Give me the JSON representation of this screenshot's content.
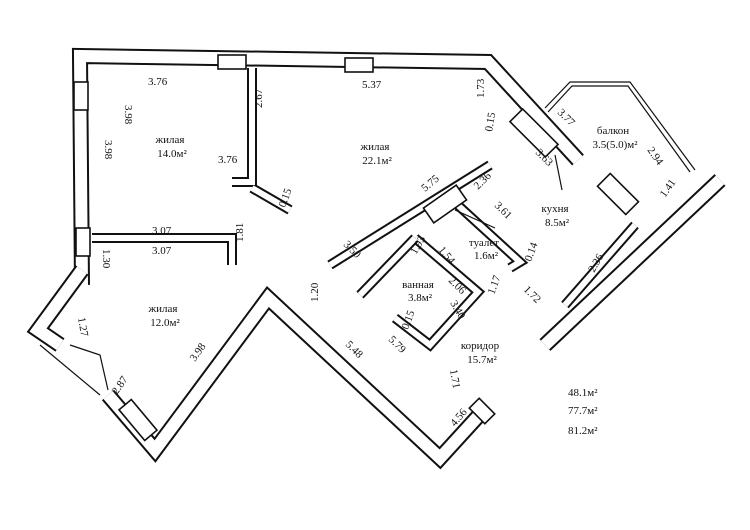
{
  "rooms": {
    "living1": {
      "name": "жилая",
      "area": "14.0м²"
    },
    "living2": {
      "name": "жилая",
      "area": "22.1м²"
    },
    "living3": {
      "name": "жилая",
      "area": "12.0м²"
    },
    "kitchen": {
      "name": "кухня",
      "area": "8.5м²"
    },
    "balcony": {
      "name": "балкон",
      "area": "3.5(5.0)м²"
    },
    "toilet": {
      "name": "туалет",
      "area": "1.6м²"
    },
    "bathroom": {
      "name": "ванная",
      "area": "3.8м²"
    },
    "corridor": {
      "name": "коридор",
      "area": "15.7м²"
    }
  },
  "dimensions": [
    "3.76",
    "3.98",
    "3.98",
    "2.67",
    "3.76",
    "0.15",
    "5.37",
    "1.73",
    "0.15",
    "3.77",
    "3.63",
    "2.94",
    "1.41",
    "3.07",
    "3.07",
    "1.81",
    "1.30",
    "5.75",
    "2.36",
    "3.61",
    "0.14",
    "1.93",
    "1.54",
    "1.17",
    "3.50",
    "2.06",
    "1.20",
    "1.72",
    "2.36",
    "0.15",
    "3.40",
    "5.79",
    "5.48",
    "1.71",
    "1.27",
    "3.98",
    "2.87",
    "4.56"
  ],
  "totals": [
    "48.1м²",
    "77.7м²",
    "81.2м²"
  ]
}
